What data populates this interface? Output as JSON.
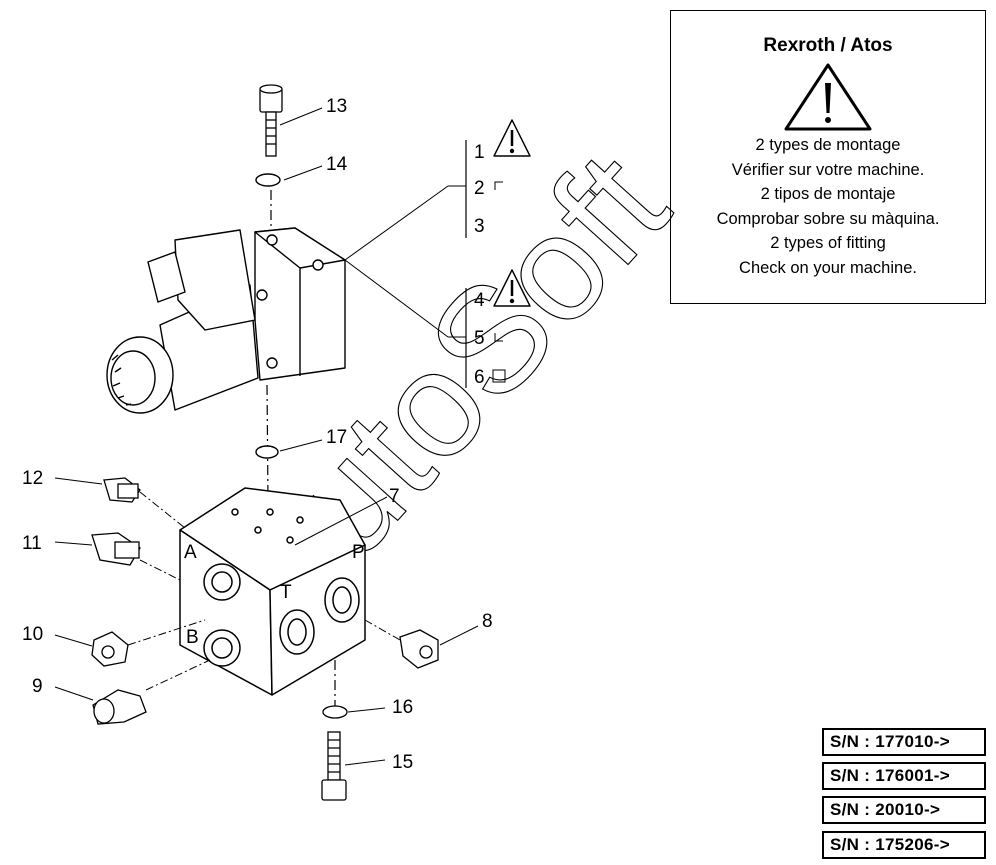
{
  "notice": {
    "title": "Rexroth / Atos",
    "lines": [
      "2 types de montage",
      "Vérifier sur votre machine.",
      "2 tipos de montaje",
      "Comprobar sobre su màquina.",
      "2 types of fitting",
      "Check on your machine."
    ]
  },
  "callouts": {
    "c1": "1",
    "c2": "2",
    "c3": "3",
    "c4": "4",
    "c5": "5",
    "c6": "6",
    "c7": "7",
    "c8": "8",
    "c9": "9",
    "c10": "10",
    "c11": "11",
    "c12": "12",
    "c13": "13",
    "c14": "14",
    "c15": "15",
    "c16": "16",
    "c17": "17"
  },
  "port_labels": {
    "a": "A",
    "b": "B",
    "p": "P",
    "t": "T"
  },
  "serial_numbers": [
    "S/N : 177010->",
    "S/N : 176001->",
    "S/N : 20010->",
    "S/N : 175206->"
  ],
  "watermark": "AutoSoft"
}
